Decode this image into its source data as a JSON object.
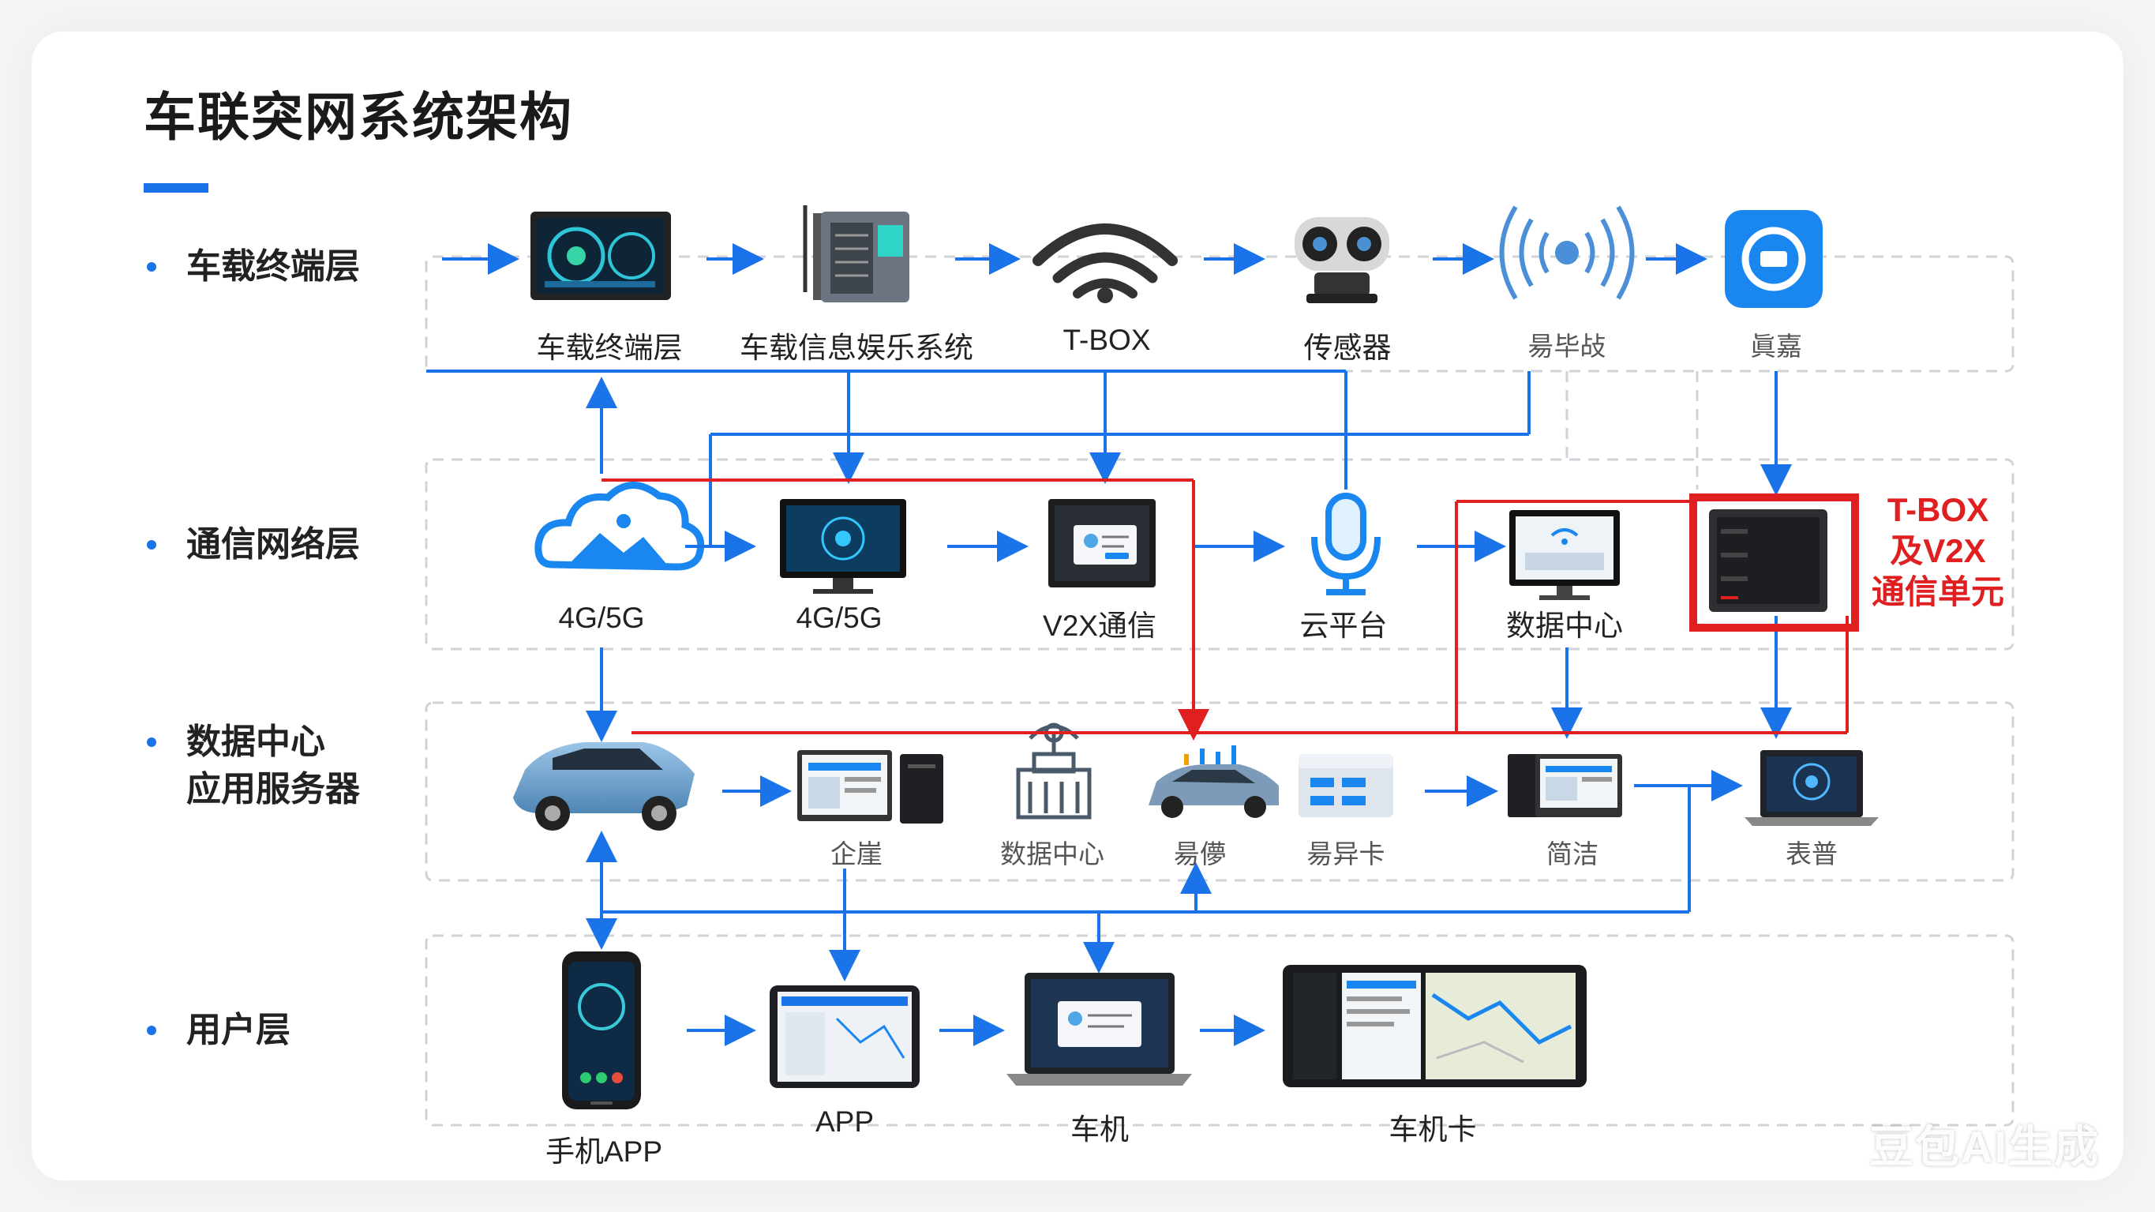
{
  "title": "车联突网系统架构",
  "layers": [
    {
      "id": "vehicle",
      "label": "车载终端层"
    },
    {
      "id": "network",
      "label": "通信网络层"
    },
    {
      "id": "datacenter",
      "label": "数据中心\n应用服务器"
    },
    {
      "id": "user",
      "label": "用户层"
    }
  ],
  "nodes": {
    "row1": [
      "车载终端层",
      "车载信息娱乐系统",
      "T-BOX",
      "传感器",
      "昜毕敁",
      "眞嘉"
    ],
    "row2": [
      "4G/5G",
      "4G/5G",
      "V2X通信",
      "云平台",
      "数据中心"
    ],
    "row3": [
      "企崖",
      "数据中心",
      "昜儚",
      "昜异卡",
      "简洁",
      "表普"
    ],
    "row4": [
      "手机APP",
      "APP",
      "车机",
      "车机卡"
    ]
  },
  "highlight": {
    "label_line1": "T-BOX",
    "label_line2": "及V2X",
    "label_line3": "通信单元",
    "color": "#e02020"
  },
  "watermark": "豆包AI生成",
  "colors": {
    "accent": "#1a73e8",
    "highlight": "#e02020",
    "dashed_border": "#cfd3d8"
  },
  "icons": [
    "dashboard-icon",
    "router-icon",
    "wifi-icon",
    "camera-sensor-icon",
    "antenna-icon",
    "app-logo-icon",
    "cloud-icon",
    "monitor-icon",
    "laptop-screen-icon",
    "microphone-icon",
    "server-tower-icon",
    "suv-car-icon",
    "workstation-icon",
    "building-icon",
    "sedan-icon",
    "storage-icon",
    "laptop-icon",
    "smartphone-icon",
    "tablet-icon",
    "tablet-map-icon"
  ]
}
